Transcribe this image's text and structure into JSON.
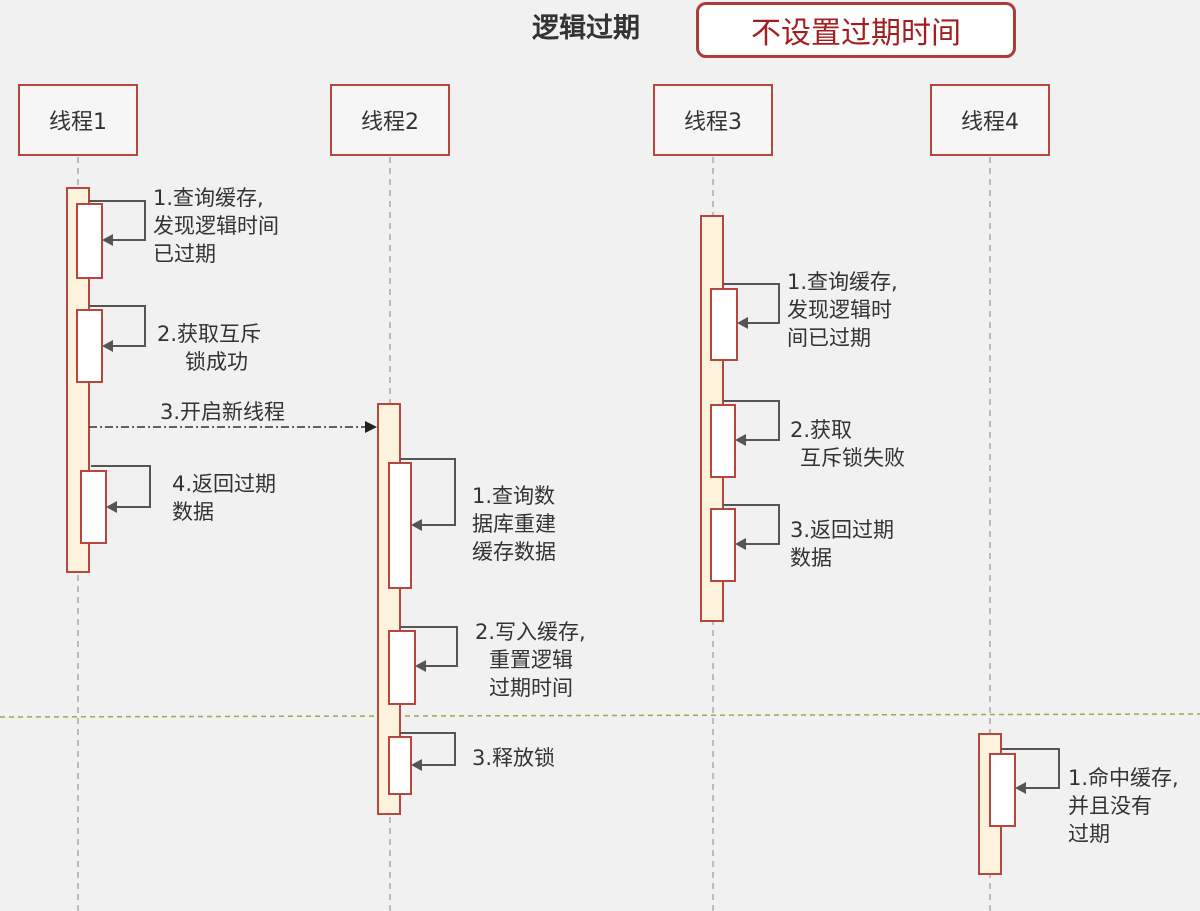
{
  "title": "逻辑过期",
  "badge": "不设置过期时间",
  "threads": [
    "线程1",
    "线程2",
    "线程3",
    "线程4"
  ],
  "messages": {
    "t1_step1": [
      "1.查询缓存,",
      "发现逻辑时间",
      "已过期"
    ],
    "t1_step2": [
      "2.获取互斥",
      "锁成功"
    ],
    "t1_step3": [
      "3.开启新线程"
    ],
    "t1_step4": [
      "4.返回过期",
      "数据"
    ],
    "t2_step1": [
      "1.查询数",
      "据库重建",
      "缓存数据"
    ],
    "t2_step2": [
      "2.写入缓存,",
      "重置逻辑",
      "过期时间"
    ],
    "t2_step3": [
      "3.释放锁"
    ],
    "t3_step1": [
      "1.查询缓存,",
      "发现逻辑时",
      "间已过期"
    ],
    "t3_step2": [
      "2.获取",
      "互斥锁失败"
    ],
    "t3_step3": [
      "3.返回过期",
      "数据"
    ],
    "t4_step1": [
      "1.命中缓存,",
      "并且没有",
      "过期"
    ]
  },
  "colors": {
    "border": "#b5473f",
    "activation_fill": "#fdf3dc",
    "lifeline": "#aaaaaa",
    "separator": "#9aab4a",
    "badge_text": "#a31f1f"
  }
}
